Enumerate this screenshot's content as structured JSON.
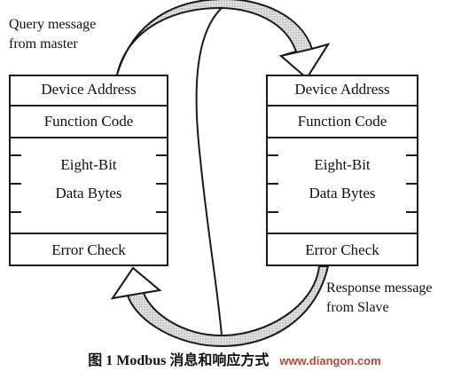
{
  "labels": {
    "query": [
      "Query message",
      "from master"
    ],
    "response": [
      "Response message",
      "from Slave"
    ]
  },
  "frames": {
    "master": {
      "device_address": "Device Address",
      "function_code": "Function Code",
      "data_line1": "Eight-Bit",
      "data_line2": "Data Bytes",
      "error_check": "Error Check"
    },
    "slave": {
      "device_address": "Device Address",
      "function_code": "Function Code",
      "data_line1": "Eight-Bit",
      "data_line2": "Data Bytes",
      "error_check": "Error Check"
    }
  },
  "caption": {
    "text": "图 1  Modbus 消息和响应方式",
    "watermark": "www.diangon.com"
  },
  "colors": {
    "line": "#1a1a1a",
    "arrow_fill": "#cfcfcf",
    "watermark": "#b04a3a"
  }
}
